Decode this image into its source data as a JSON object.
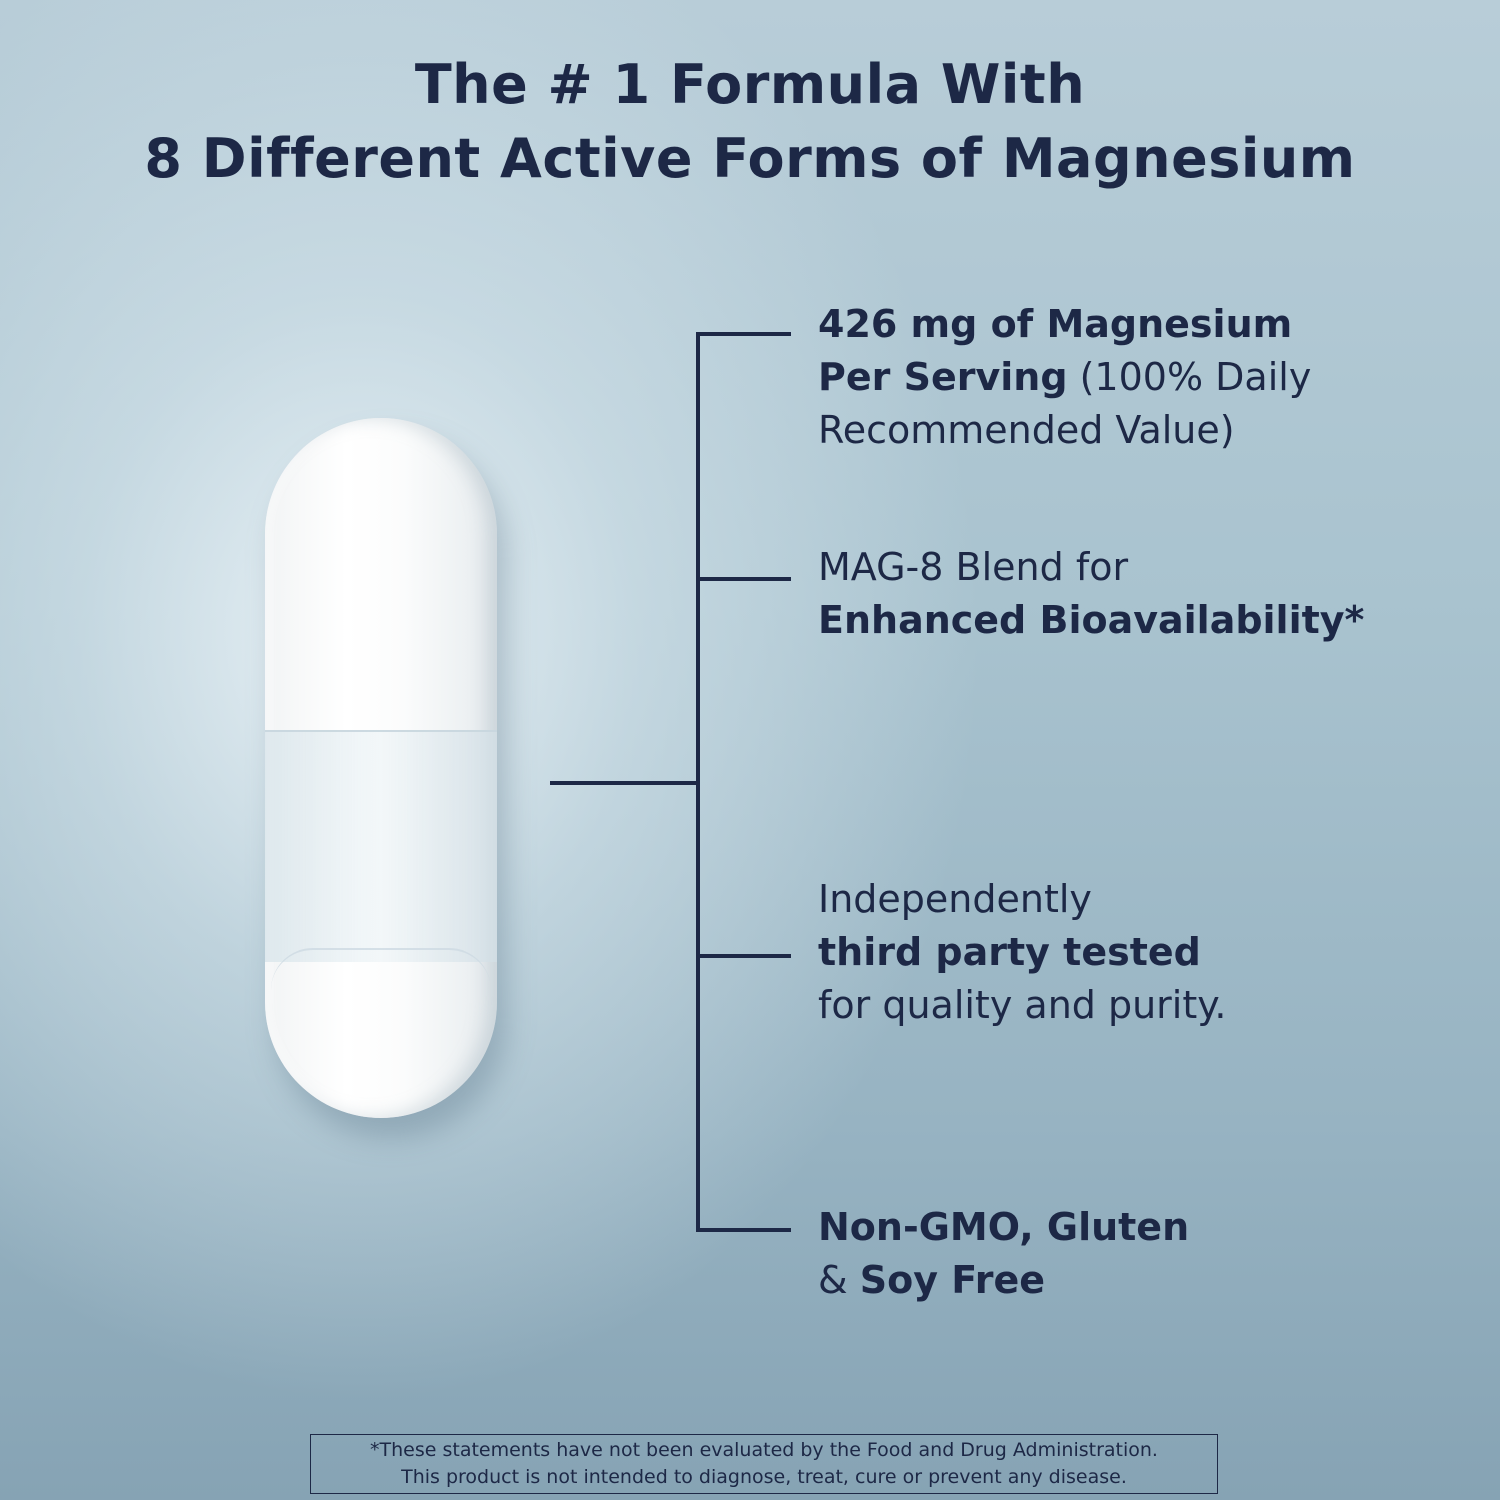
{
  "title": {
    "line1": "The # 1 Formula With",
    "line2": "8 Different Active Forms of Magnesium"
  },
  "features": {
    "f1": {
      "bold_line1": "426 mg of Magnesium",
      "bold_line2": "Per Serving",
      "normal_line2": " (100% Daily",
      "normal_line3": "Recommended Value)"
    },
    "f2": {
      "normal_line1": "MAG-8 Blend for",
      "bold_line2": "Enhanced Bioavailability*"
    },
    "f3": {
      "normal_line1": "Independently",
      "bold_line2": "third party tested",
      "normal_line3": "for quality and purity."
    },
    "f4": {
      "bold_line1": "Non-GMO, Gluten",
      "normal_line2": "& ",
      "bold_line2": "Soy Free"
    }
  },
  "disclaimer": {
    "line1": "*These statements have not been evaluated by the Food and Drug Administration.",
    "line2": "This product is not intended to diagnose, treat, cure or prevent any disease."
  },
  "colors": {
    "text": "#1d2846",
    "background": "#a9c3cf",
    "capsule": "#ffffff"
  }
}
